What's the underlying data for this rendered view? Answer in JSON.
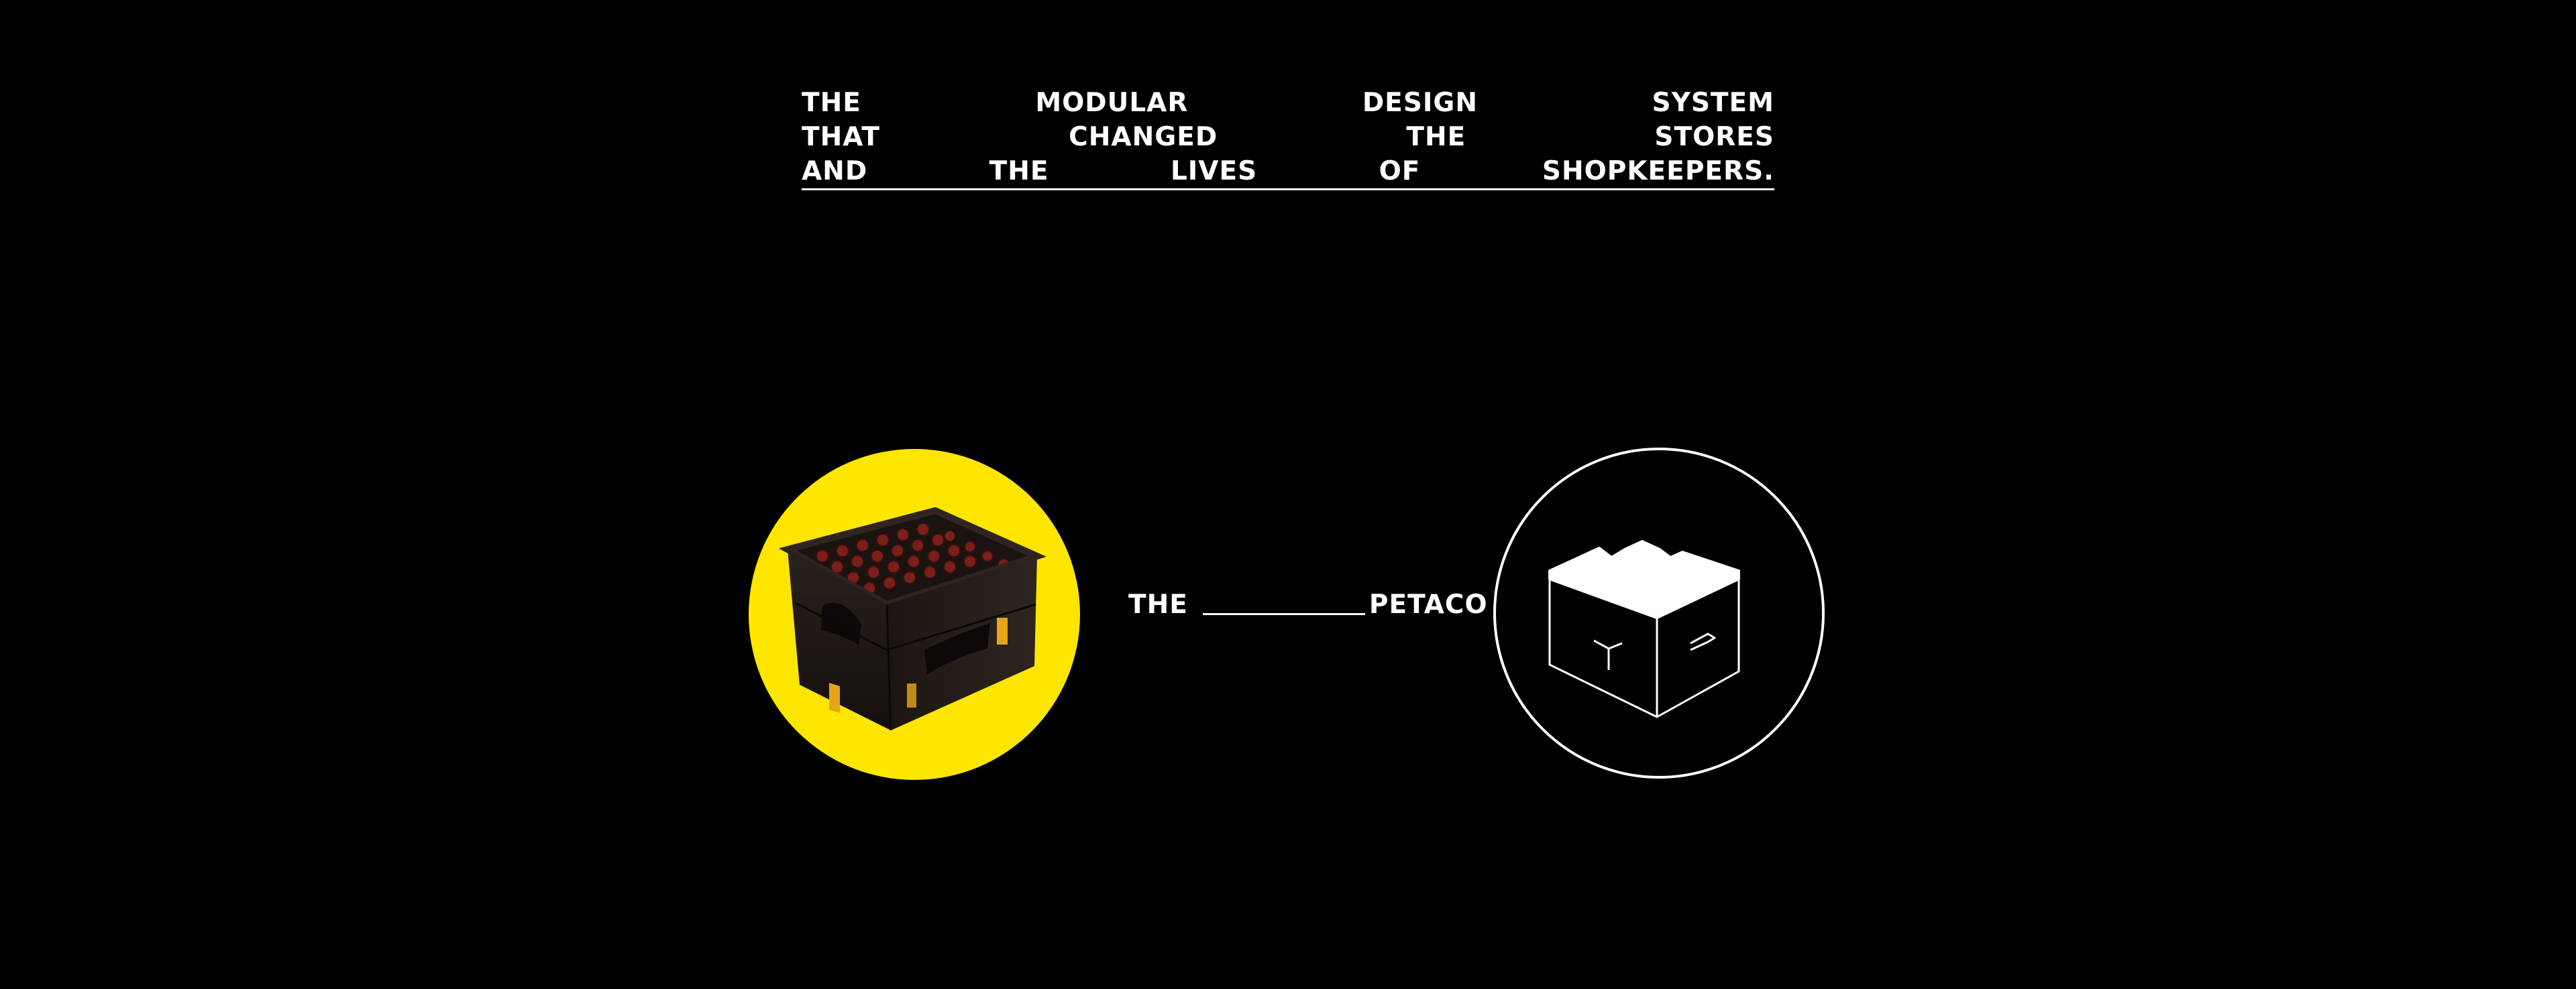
{
  "headline": {
    "rows": [
      [
        "THE",
        "MODULAR",
        "DESIGN",
        "SYSTEM"
      ],
      [
        "THAT",
        "CHANGED",
        "THE",
        "STORES"
      ],
      [
        "AND",
        "THE",
        "LIVES",
        "OF",
        "SHOPKEEPERS."
      ]
    ]
  },
  "label": {
    "prefix": "THE",
    "suffix": "PETACO"
  },
  "colors": {
    "background": "#000000",
    "accent": "#ffe600",
    "foreground": "#ffffff"
  },
  "icons": {
    "photo": "beer-crate-photo",
    "line_art": "isometric-crate-icon"
  }
}
